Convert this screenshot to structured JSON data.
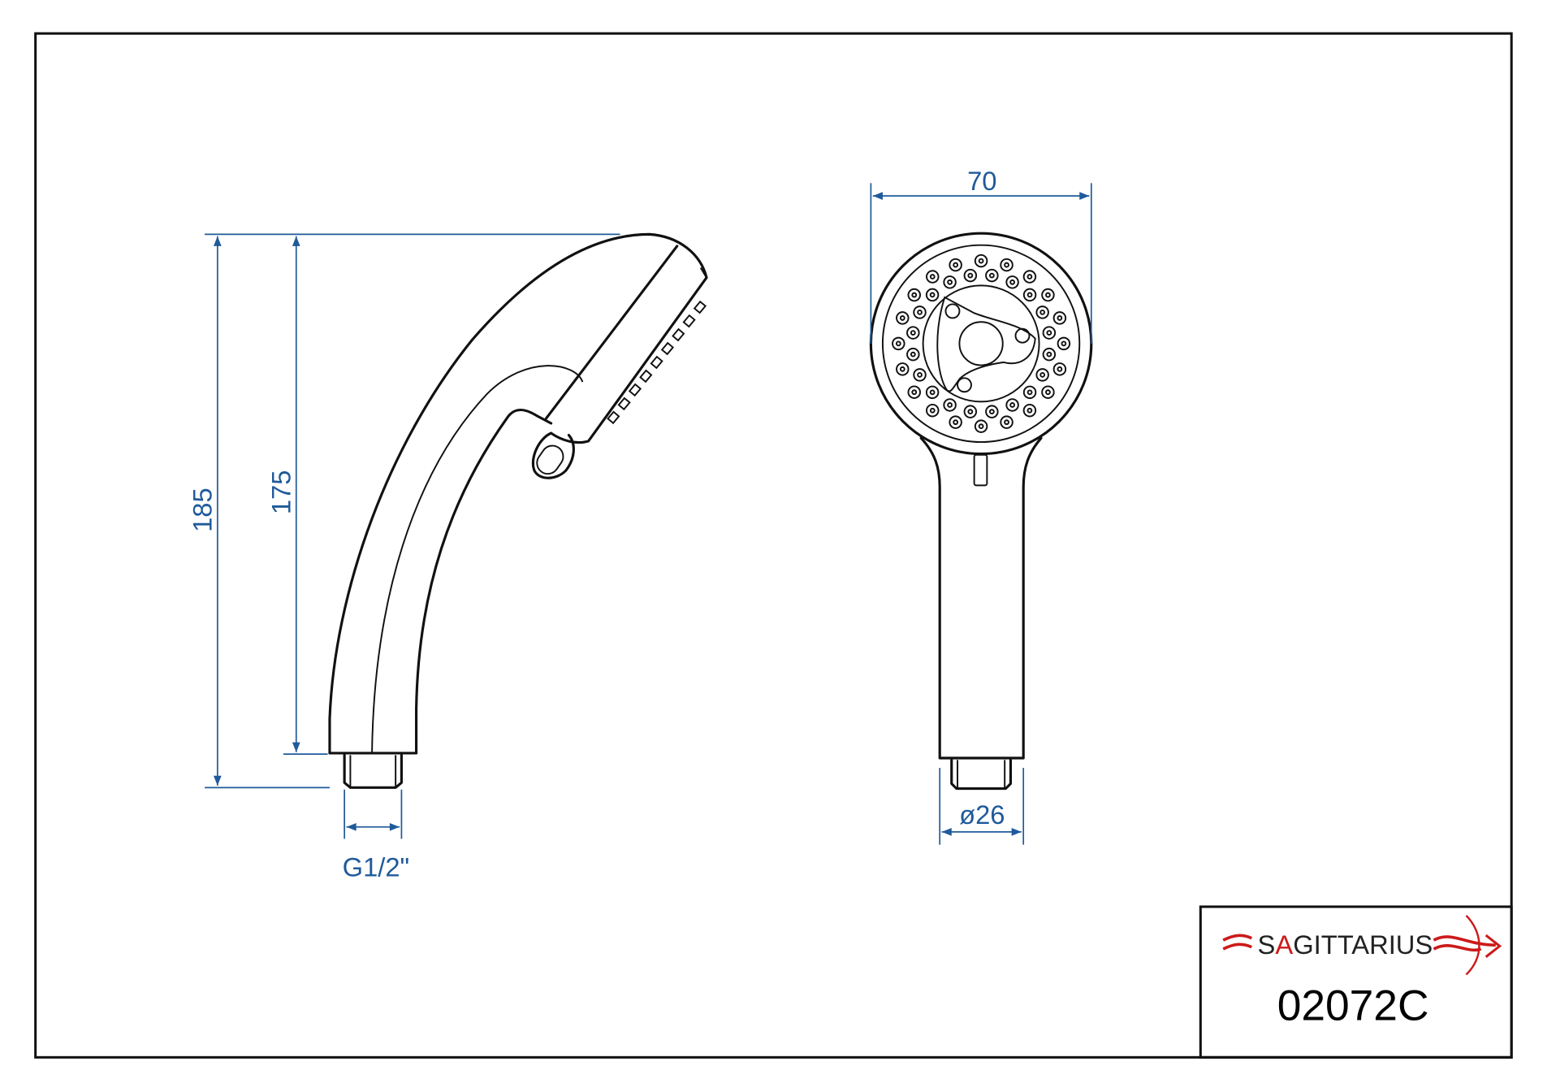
{
  "dimensions": {
    "overall_height": "185",
    "body_height": "175",
    "head_width": "70",
    "handle_diameter": "ø26",
    "thread": "G1/2\""
  },
  "title_block": {
    "brand_prefix": "S",
    "brand_highlight": "A",
    "brand_rest": "GITTARIUS",
    "brand": "SAGITTARIUS",
    "product_code": "02072C"
  },
  "colors": {
    "dimension": "#1f5a9a",
    "brand_red": "#cc1a1a",
    "outline": "#111111"
  }
}
